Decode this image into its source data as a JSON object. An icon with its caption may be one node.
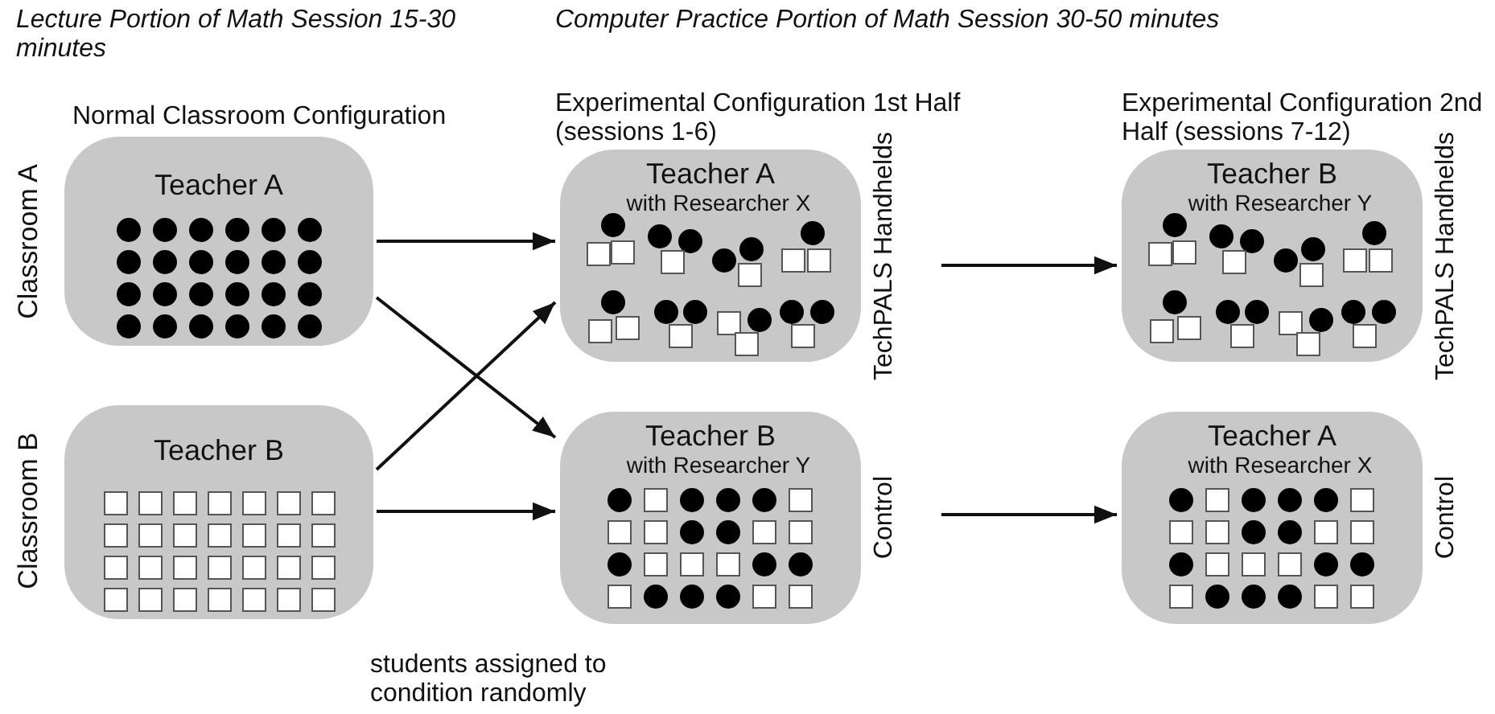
{
  "diagram": {
    "nodes": [
      {
        "text": [
          "Teacher A"
        ]
      },
      {
        "text": [
          "Teacher A",
          "with Researcher X"
        ],
        "beside": [
          "TechPALS Handhelds"
        ]
      },
      {
        "text": [
          "Teacher B",
          "with Researcher Y"
        ],
        "beside": [
          "TechPALS Handhelds"
        ]
      },
      {
        "text": [
          "Teacher B"
        ]
      },
      {
        "text": [
          "Teacher B",
          "with Researcher Y"
        ],
        "beside": [
          "Control"
        ]
      },
      {
        "text": [
          "Teacher A",
          "with Researcher X"
        ],
        "beside": [
          "Control"
        ]
      }
    ],
    "edges": [
      {
        "from": 0,
        "to": 1,
        "arrow": "to"
      },
      {
        "from": 0,
        "to": 4,
        "arrow": "to"
      },
      {
        "from": 3,
        "to": 1,
        "arrow": "to"
      },
      {
        "from": 3,
        "to": 4,
        "arrow": "to"
      },
      {
        "from": 1,
        "to": 2,
        "arrow": "to"
      },
      {
        "from": 4,
        "to": 5,
        "arrow": "to"
      }
    ],
    "labels": [
      "Lecture Portion of Math Session 15-30 minutes",
      "Computer Practice Portion of Math Session 30-50 minutes",
      "Normal Classroom Configuration",
      "Experimental Configuration 1st Half (sessions 1-6)",
      "Experimental Configuration 2nd Half (sessions 7-12)",
      "Classroom A",
      "Classroom B",
      "students assigned to condition randomly"
    ]
  }
}
